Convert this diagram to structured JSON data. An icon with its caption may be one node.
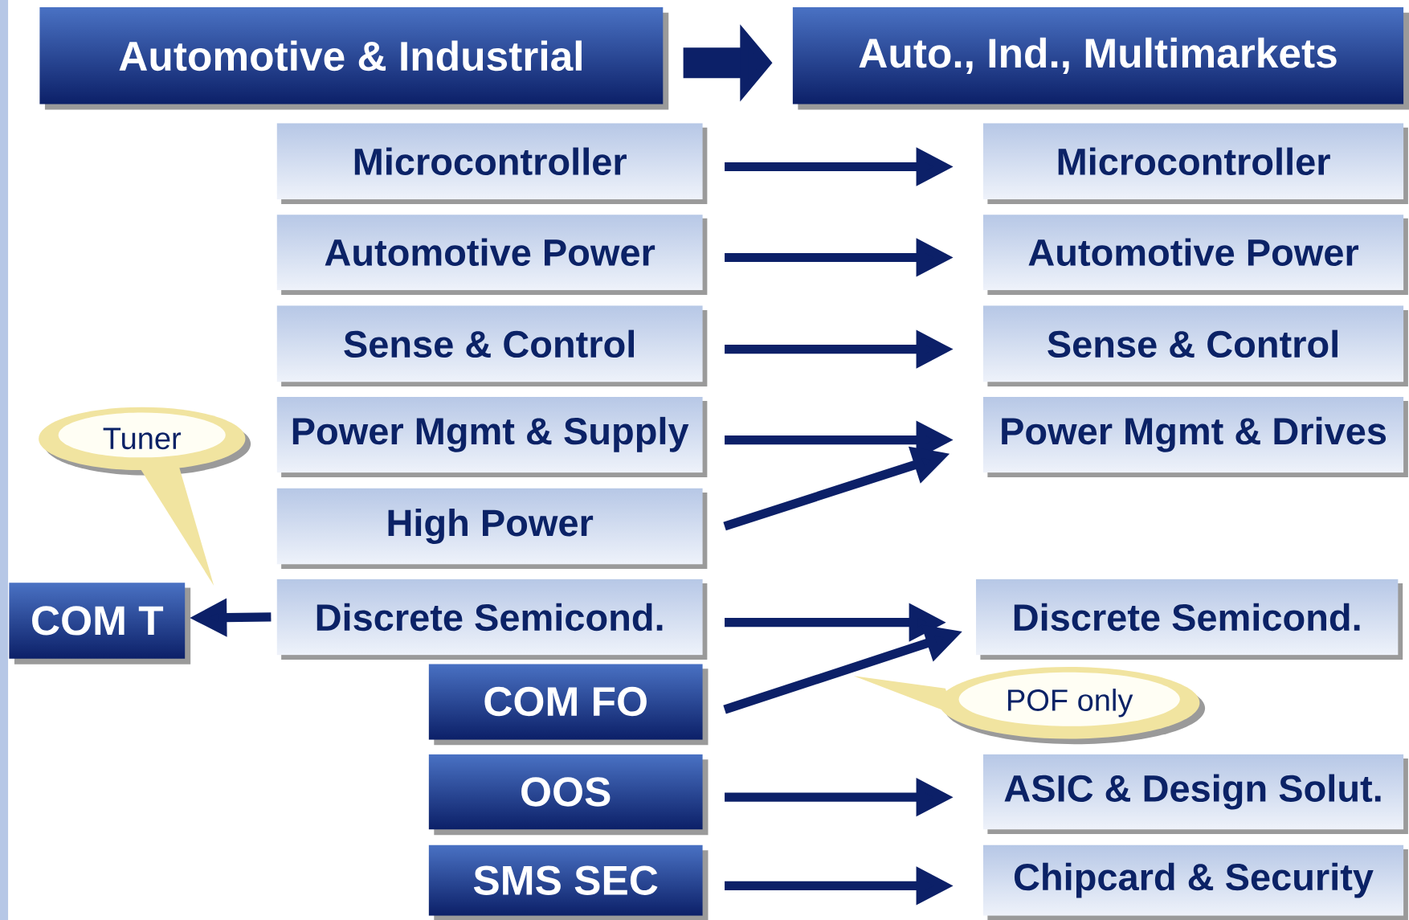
{
  "diagram": {
    "nodes": [
      {
        "text": [
          "Automotive & Industrial"
        ]
      },
      {
        "text": [
          "Auto., Ind., Multimarkets"
        ]
      },
      {
        "text": [
          "Microcontroller"
        ]
      },
      {
        "text": [
          "Automotive Power"
        ]
      },
      {
        "text": [
          "Sense & Control"
        ]
      },
      {
        "text": [
          "Power Mgmt & Supply"
        ]
      },
      {
        "text": [
          "High Power"
        ]
      },
      {
        "text": [
          "Discrete Semicond."
        ]
      },
      {
        "text": [
          "COM FO"
        ]
      },
      {
        "text": [
          "OOS"
        ]
      },
      {
        "text": [
          "SMS SEC"
        ]
      },
      {
        "text": [
          "COM T"
        ]
      },
      {
        "text": [
          "Microcontroller"
        ]
      },
      {
        "text": [
          "Automotive Power"
        ]
      },
      {
        "text": [
          "Sense & Control"
        ]
      },
      {
        "text": [
          "Power Mgmt & Drives"
        ]
      },
      {
        "text": [
          "Discrete Semicond."
        ]
      },
      {
        "text": [
          "ASIC & Design Solut."
        ]
      },
      {
        "text": [
          "Chipcard & Security"
        ]
      },
      {
        "text": [
          "Tuner"
        ]
      },
      {
        "text": [
          "POF only"
        ]
      }
    ],
    "edges": [
      {
        "from": 0,
        "to": 1,
        "arrow": "to",
        "style": "thick"
      },
      {
        "from": 2,
        "to": 12,
        "arrow": "to"
      },
      {
        "from": 3,
        "to": 13,
        "arrow": "to"
      },
      {
        "from": 4,
        "to": 14,
        "arrow": "to"
      },
      {
        "from": 5,
        "to": 15,
        "arrow": "to"
      },
      {
        "from": 6,
        "to": 15,
        "arrow": "to"
      },
      {
        "from": 7,
        "to": 16,
        "arrow": "to"
      },
      {
        "from": 7,
        "to": 11,
        "arrow": "to"
      },
      {
        "from": 8,
        "to": 16,
        "arrow": "to"
      },
      {
        "from": 9,
        "to": 17,
        "arrow": "to"
      },
      {
        "from": 10,
        "to": 18,
        "arrow": "to"
      },
      {
        "from": 19,
        "to": 11,
        "arrow": "none"
      }
    ]
  }
}
